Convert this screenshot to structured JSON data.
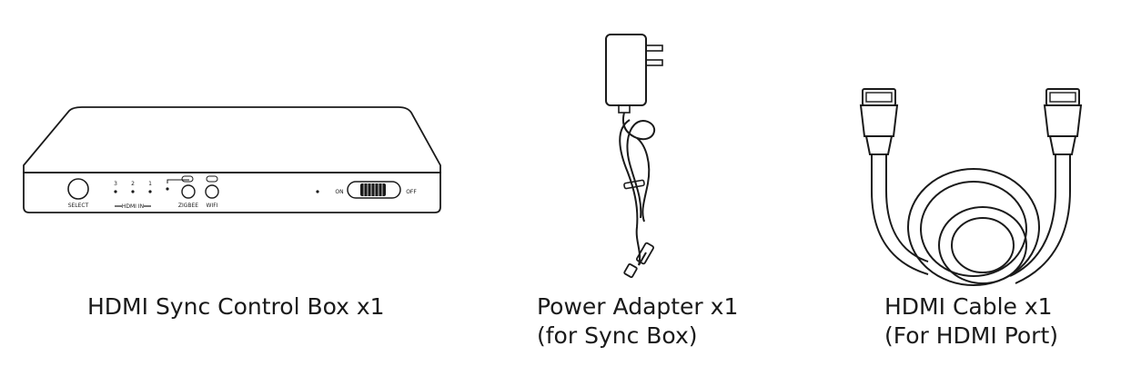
{
  "items": [
    {
      "caption": "HDMI Sync Control Box x1",
      "device_labels": {
        "select": "SELECT",
        "hdmi_in": "HDMI IN",
        "port_3": "3",
        "port_2": "2",
        "port_1": "1",
        "zigbee": "ZIGBEE",
        "wifi": "WIFI",
        "on": "ON",
        "off": "OFF"
      }
    },
    {
      "caption_line1": "Power Adapter x1",
      "caption_line2": "(for Sync Box)"
    },
    {
      "caption_line1": "HDMI Cable x1",
      "caption_line2": "(For HDMI Port)"
    }
  ]
}
